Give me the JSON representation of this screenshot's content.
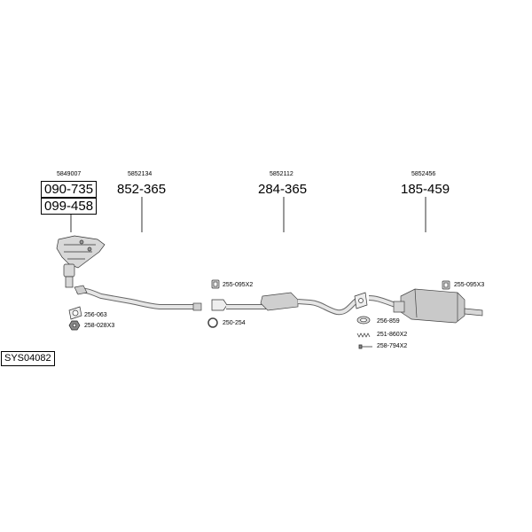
{
  "system_code": "SYS04082",
  "parts": [
    {
      "ref": "5849007",
      "codes": [
        "090-735",
        "099-458"
      ]
    },
    {
      "ref": "5852134",
      "number": "852-365"
    },
    {
      "ref": "5852112",
      "number": "284-365"
    },
    {
      "ref": "5852456",
      "number": "185-459"
    }
  ],
  "accessories": {
    "a1": "256-063",
    "a2": "258-028X3",
    "a3": "255-095X2",
    "a4": "250-254",
    "a5": "256-859",
    "a6": "251-860X2",
    "a7": "258-794X2",
    "a8": "255-095X3"
  }
}
